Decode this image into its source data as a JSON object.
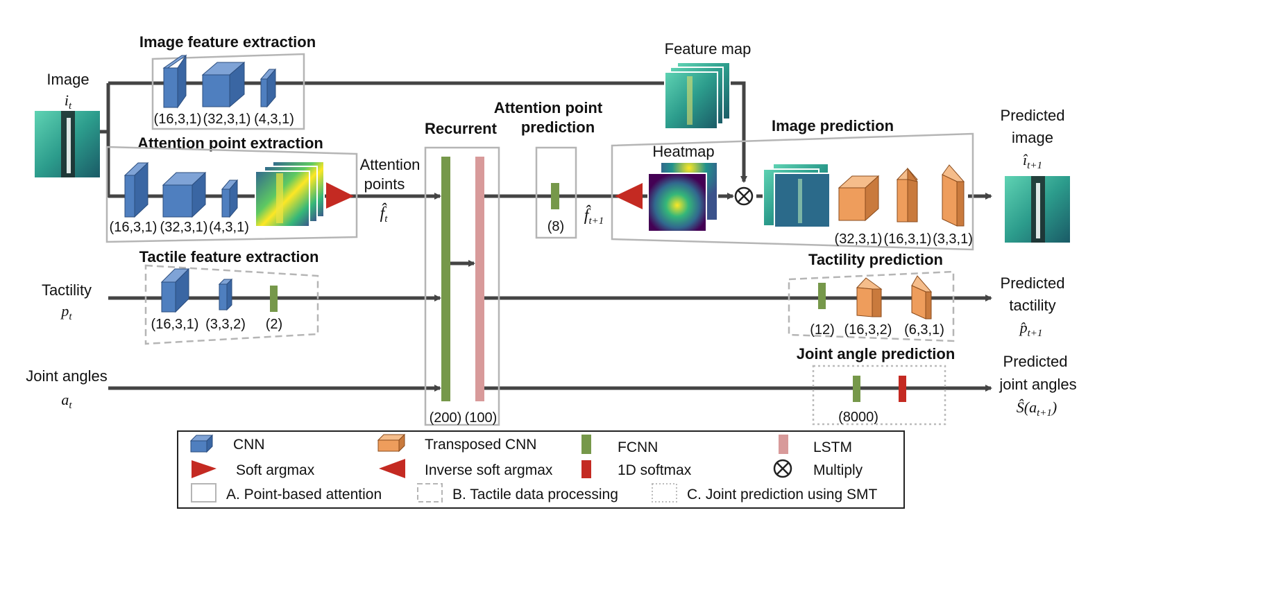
{
  "inputs": {
    "image": {
      "label": "Image",
      "symbol": "i",
      "sub": "t"
    },
    "tactility": {
      "label": "Tactility",
      "symbol": "p",
      "sub": "t"
    },
    "joint": {
      "label": "Joint angles",
      "symbol": "a",
      "sub": "t"
    }
  },
  "outputs": {
    "image": {
      "line1": "Predicted",
      "line2": "image",
      "symbol": "î",
      "sub": "t+1"
    },
    "tactility": {
      "line1": "Predicted",
      "line2": "tactility",
      "symbol": "p̂",
      "sub": "t+1"
    },
    "joint": {
      "line1": "Predicted",
      "line2": "joint angles",
      "expr": "Ŝ(a",
      "sub": "t+1",
      "close": ")"
    }
  },
  "modules": {
    "image_feature": {
      "title": "Image feature extraction",
      "params": [
        "(16,3,1)",
        "(32,3,1)",
        "(4,3,1)"
      ]
    },
    "attention_extraction": {
      "title": "Attention point extraction",
      "params": [
        "(16,3,1)",
        "(32,3,1)",
        "(4,3,1)"
      ]
    },
    "tactile_feature": {
      "title": "Tactile feature extraction",
      "params": [
        "(16,3,1)",
        "(3,3,2)",
        "(2)"
      ]
    },
    "recurrent": {
      "title": "Recurrent",
      "params": [
        "(200)",
        "(100)"
      ]
    },
    "attention_prediction": {
      "title_line1": "Attention point",
      "title_line2": "prediction",
      "param": "(8)"
    },
    "image_prediction": {
      "title": "Image prediction",
      "heatmap_label": "Heatmap",
      "params": [
        "(32,3,1)",
        "(16,3,1)",
        "(3,3,1)"
      ]
    },
    "tactility_prediction": {
      "title": "Tactility prediction",
      "params": [
        "(12)",
        "(16,3,2)",
        "(6,3,1)"
      ]
    },
    "joint_prediction": {
      "title": "Joint angle prediction",
      "param": "(8000)"
    },
    "feature_map": {
      "label": "Feature map"
    }
  },
  "signals": {
    "attention_points_line1": "Attention",
    "attention_points_line2": "points",
    "f_t": {
      "symbol": "f̂",
      "sub": "t"
    },
    "f_t1": {
      "symbol": "f̂",
      "sub": "t+1"
    }
  },
  "legend": {
    "cnn": "CNN",
    "transposed_cnn": "Transposed CNN",
    "fcnn": "FCNN",
    "lstm": "LSTM",
    "soft_argmax": "Soft argmax",
    "inverse_soft_argmax": "Inverse soft argmax",
    "softmax_1d": "1D softmax",
    "multiply": "Multiply",
    "group_a": "A. Point-based attention",
    "group_b": "B. Tactile data processing",
    "group_c": "C. Joint prediction using SMT"
  },
  "colors": {
    "cnn_front": "#4f7fbf",
    "cnn_side": "#3a66a3",
    "cnn_top": "#7fa3d6",
    "tcnn_front": "#ee9d5c",
    "tcnn_side": "#c97a3d",
    "tcnn_top": "#f5bd8b",
    "fcnn": "#76984a",
    "lstm": "#d89a9a",
    "softmax": "#c42a22",
    "line": "#444444"
  }
}
